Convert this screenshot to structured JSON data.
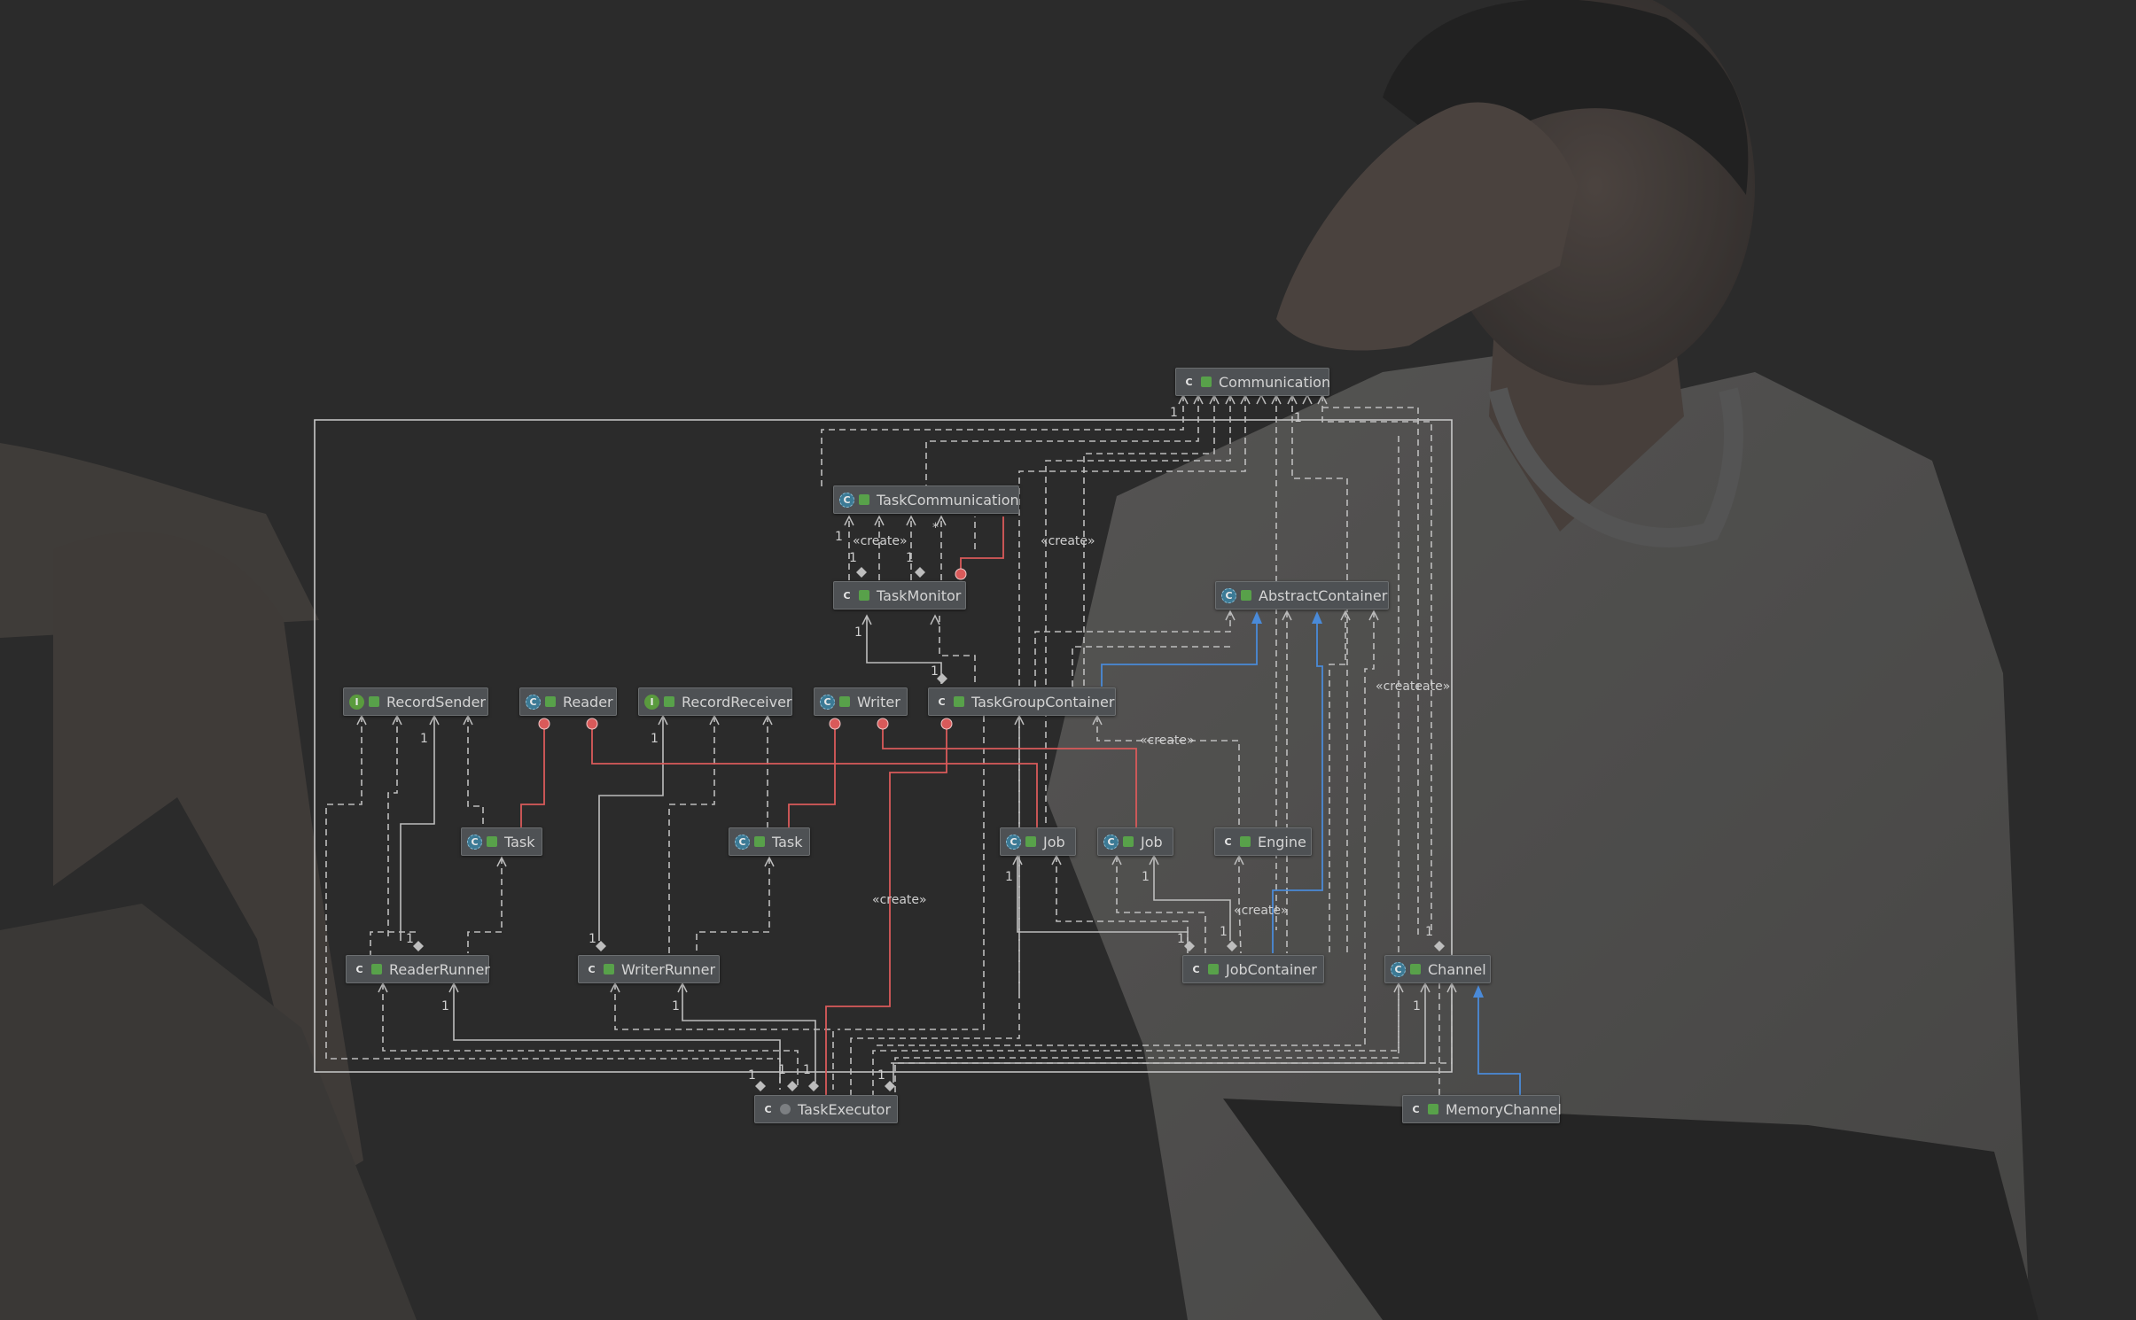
{
  "nodes": [
    {
      "id": "communication",
      "name": "Communication",
      "kind": "C",
      "kind_class": "c"
    },
    {
      "id": "task-communication",
      "name": "TaskCommunication",
      "kind": "C",
      "kind_class": "a"
    },
    {
      "id": "task-monitor",
      "name": "TaskMonitor",
      "kind": "C",
      "kind_class": "c"
    },
    {
      "id": "abstract-container",
      "name": "AbstractContainer",
      "kind": "C",
      "kind_class": "a"
    },
    {
      "id": "record-sender",
      "name": "RecordSender",
      "kind": "I",
      "kind_class": "i"
    },
    {
      "id": "reader",
      "name": "Reader",
      "kind": "C",
      "kind_class": "a"
    },
    {
      "id": "record-receiver",
      "name": "RecordReceiver",
      "kind": "I",
      "kind_class": "i"
    },
    {
      "id": "writer",
      "name": "Writer",
      "kind": "C",
      "kind_class": "a"
    },
    {
      "id": "task-group-container",
      "name": "TaskGroupContainer",
      "kind": "C",
      "kind_class": "c"
    },
    {
      "id": "reader-task",
      "name": "Task",
      "kind": "C",
      "kind_class": "a"
    },
    {
      "id": "writer-task",
      "name": "Task",
      "kind": "C",
      "kind_class": "a"
    },
    {
      "id": "reader-job",
      "name": "Job",
      "kind": "C",
      "kind_class": "a"
    },
    {
      "id": "writer-job",
      "name": "Job",
      "kind": "C",
      "kind_class": "a"
    },
    {
      "id": "engine",
      "name": "Engine",
      "kind": "C",
      "kind_class": "c"
    },
    {
      "id": "reader-runner",
      "name": "ReaderRunner",
      "kind": "C",
      "kind_class": "c"
    },
    {
      "id": "writer-runner",
      "name": "WriterRunner",
      "kind": "C",
      "kind_class": "c"
    },
    {
      "id": "job-container",
      "name": "JobContainer",
      "kind": "C",
      "kind_class": "c"
    },
    {
      "id": "channel",
      "name": "Channel",
      "kind": "C",
      "kind_class": "a"
    },
    {
      "id": "task-executor",
      "name": "TaskExecutor",
      "kind": "C",
      "kind_class": "c"
    },
    {
      "id": "memory-channel",
      "name": "MemoryChannel",
      "kind": "C",
      "kind_class": "c"
    }
  ],
  "edge_labels": {
    "create": "«create»",
    "create_double": "«createate»",
    "multiplicity_one": "1",
    "multiplicity_many": "*"
  },
  "colors": {
    "dependency": "#bdbdbd",
    "inner_class": "#d95a5a",
    "inheritance": "#4a8ad8"
  }
}
